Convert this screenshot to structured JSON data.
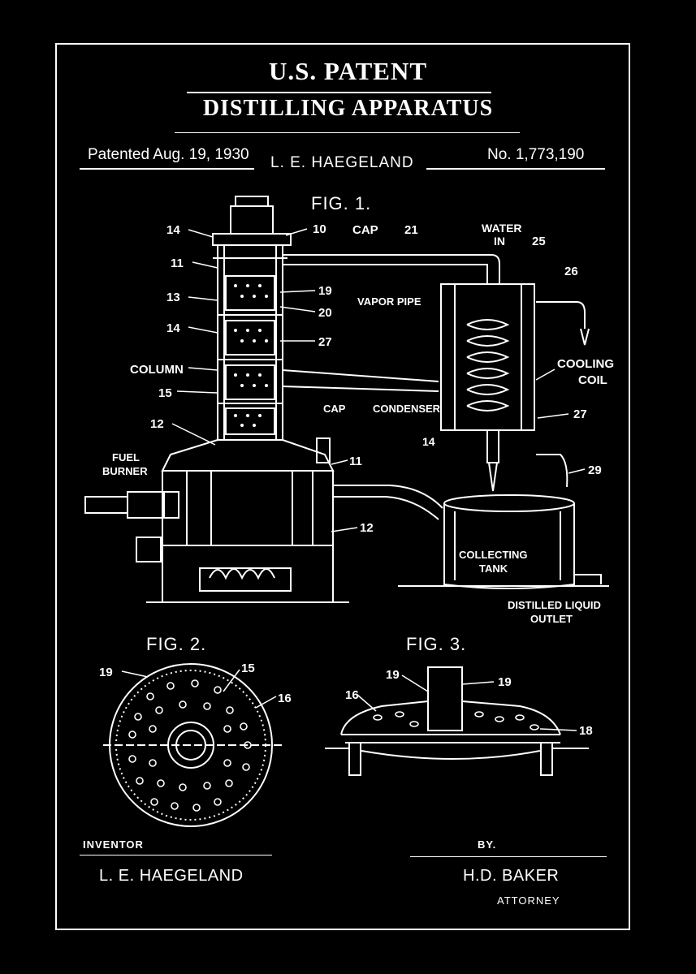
{
  "header": {
    "title": "U.S. PATENT",
    "subtitle": "DISTILLING APPARATUS",
    "patented": "Patented Aug. 19, 1930",
    "inventor": "L. E. HAEGELAND",
    "number": "No. 1,773,190"
  },
  "figures": {
    "fig1": "FIG. 1.",
    "fig2": "FIG. 2.",
    "fig3": "FIG. 3."
  },
  "labels": {
    "l14a": "14",
    "l10": "10",
    "cap_top": "CAP",
    "l21": "21",
    "water_in_1": "WATER",
    "water_in_2": "IN",
    "l25": "25",
    "l26": "26",
    "l11": "11",
    "l13": "13",
    "l19": "19",
    "vapor_pipe": "VAPOR PIPE",
    "l20": "20",
    "l14b": "14",
    "l27a": "27",
    "column": "COLUMN",
    "cooling_1": "COOLING",
    "cooling_2": "COIL",
    "l15": "15",
    "cap_mid": "CAP",
    "condenser": "CONDENSER",
    "l27b": "27",
    "l12a": "12",
    "l14c": "14",
    "fuel_1": "FUEL",
    "fuel_2": "BURNER",
    "l11b": "11",
    "l29": "29",
    "l12b": "12",
    "tank_1": "COLLECTING",
    "tank_2": "TANK",
    "outlet_1": "DISTILLED LIQUID",
    "outlet_2": "OUTLET",
    "f2_19": "19",
    "f2_15": "15",
    "f2_16": "16",
    "f3_19a": "19",
    "f3_19b": "19",
    "f3_16": "16",
    "f3_18": "18"
  },
  "footer": {
    "inventor_label": "INVENTOR",
    "by_label": "BY.",
    "inventor_name": "L. E. HAEGELAND",
    "attorney_name": "H.D. BAKER",
    "attorney_label": "ATTORNEY"
  }
}
